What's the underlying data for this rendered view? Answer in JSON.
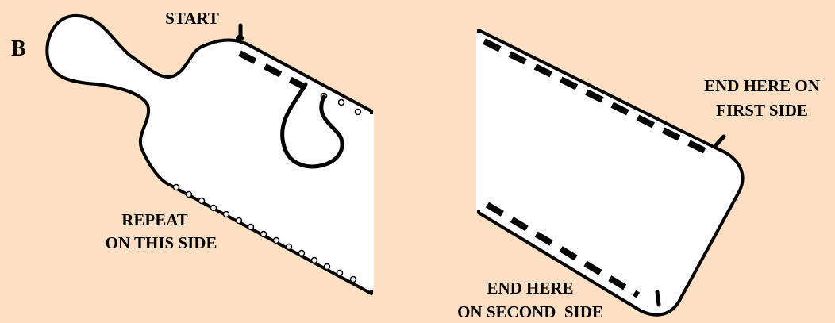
{
  "panel_letter": "B",
  "labels": {
    "start": "START",
    "repeat_line1": "REPEAT",
    "repeat_line2": "ON THIS SIDE",
    "end_first_line1": "END HERE ON",
    "end_first_line2": "FIRST SIDE",
    "end_second_line1": "END HERE",
    "end_second_line2": "ON SECOND  SIDE"
  },
  "colors": {
    "background": "#fde0c4",
    "shape_fill": "#ffffff",
    "stroke": "#000000"
  }
}
